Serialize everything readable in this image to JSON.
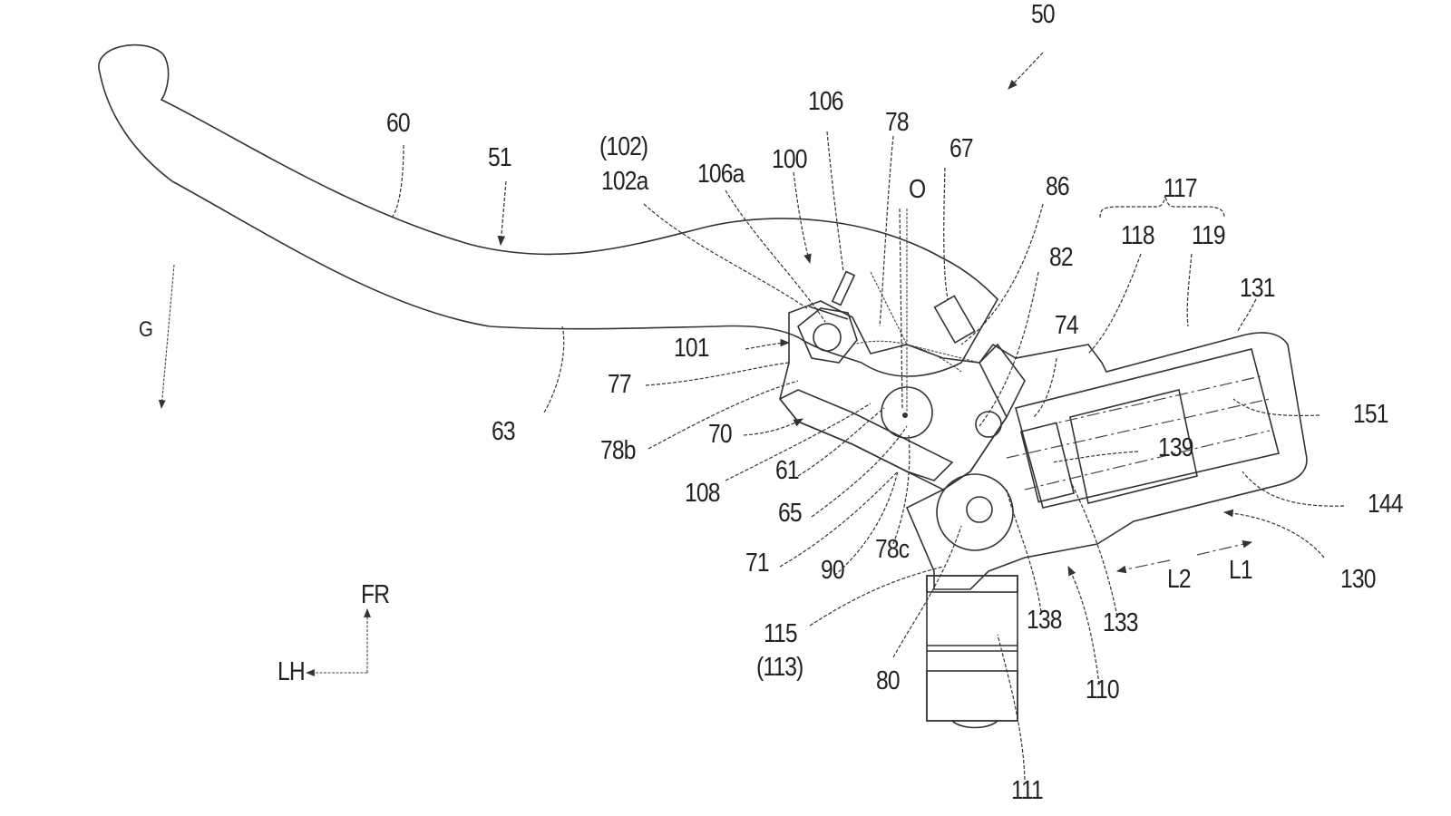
{
  "figure": {
    "title": "Brake lever assembly (patent drawing)",
    "colors": {
      "line": "#333333",
      "background": "#ffffff"
    }
  },
  "labels": {
    "assembly": "50",
    "lever": "51",
    "lever_grip": "60",
    "lever_section": "63",
    "direction_g": "G",
    "ref_102_paren": "(102)",
    "ref_102a": "102a",
    "ref_106a": "106a",
    "ref_100": "100",
    "ref_106": "106",
    "ref_78": "78",
    "pivot_o": "O",
    "ref_67": "67",
    "ref_86": "86",
    "ref_82": "82",
    "ref_74": "74",
    "ref_117": "117",
    "ref_118": "118",
    "ref_119": "119",
    "ref_131": "131",
    "ref_151": "151",
    "ref_139": "139",
    "ref_144": "144",
    "ref_130": "130",
    "ref_101": "101",
    "ref_77": "77",
    "ref_78b": "78b",
    "ref_70": "70",
    "ref_108": "108",
    "ref_61": "61",
    "ref_65": "65",
    "ref_71": "71",
    "ref_90": "90",
    "ref_78c": "78c",
    "ref_115": "115",
    "ref_113_paren": "(113)",
    "ref_80": "80",
    "ref_138": "138",
    "ref_133": "133",
    "ref_110": "110",
    "ref_111": "111",
    "dir_l1": "L1",
    "dir_l2": "L2",
    "orient_fr": "FR",
    "orient_lh": "LH"
  }
}
